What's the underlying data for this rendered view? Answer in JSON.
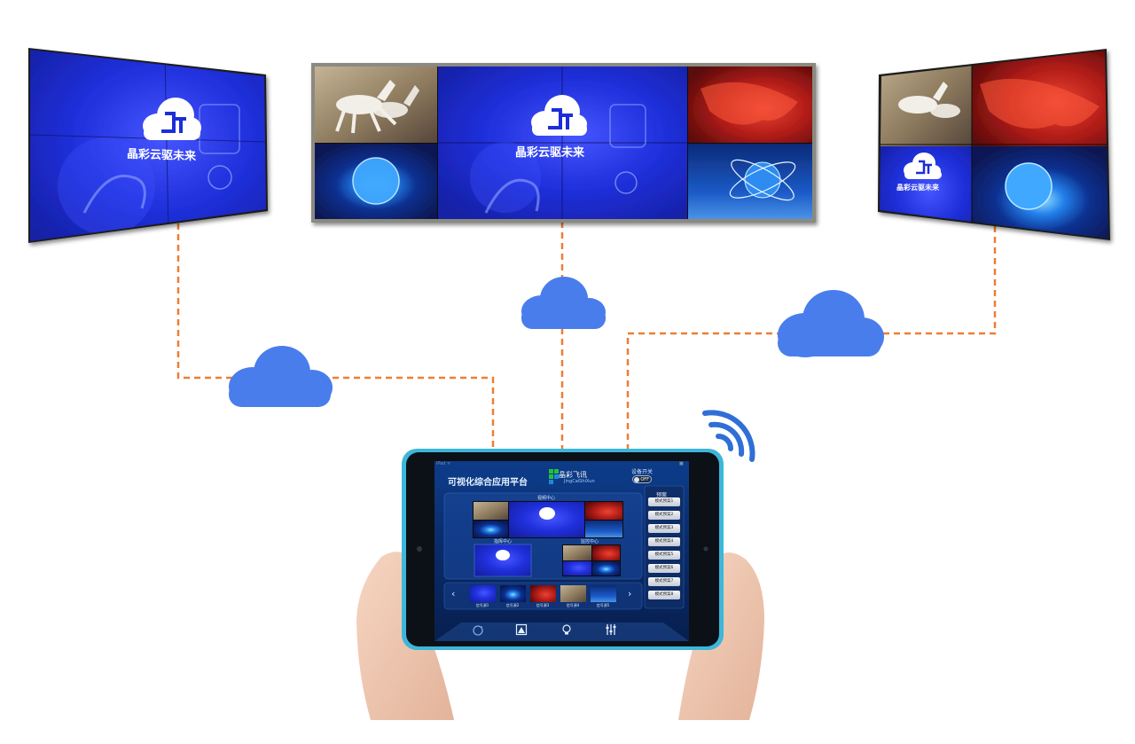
{
  "walls": {
    "left": {
      "logo_text": "晶彩云驱未来"
    },
    "center": {
      "logo_text": "晶彩云驱未来"
    },
    "right": {
      "logo_text": "晶彩云驱未来"
    }
  },
  "tablet": {
    "status_left": "iPad ᯤ",
    "status_right": "■",
    "app_title": "可视化综合应用平台",
    "brand_name": "晶彩飞讯",
    "brand_sub": "JingCaiShiXun",
    "device_switch_label": "设备开关",
    "device_switch_state": "OFF",
    "sections": {
      "top": "视频中心",
      "bottom_left": "指挥中心",
      "bottom_right": "监控中心"
    },
    "sidebar": {
      "header": "预案",
      "items": [
        "模式预案1",
        "模式预案2",
        "模式预案3",
        "模式预案4",
        "模式预案5",
        "模式预案6",
        "模式预案7",
        "模式预案8"
      ]
    },
    "thumb_labels": [
      "信号源1",
      "信号源2",
      "信号源3",
      "信号源4",
      "信号源5"
    ],
    "nav_prev": "‹",
    "nav_next": "›",
    "toolbar_icons": [
      "refresh-icon",
      "layout-icon",
      "light-bulb-icon",
      "sliders-icon"
    ]
  },
  "colors": {
    "connector": "#ef7d32",
    "cloud": "#4a7dec",
    "wifi": "#2f6fd6",
    "tablet_bezel": "#3db7d9",
    "wall_blue": "#1f2fd8"
  }
}
